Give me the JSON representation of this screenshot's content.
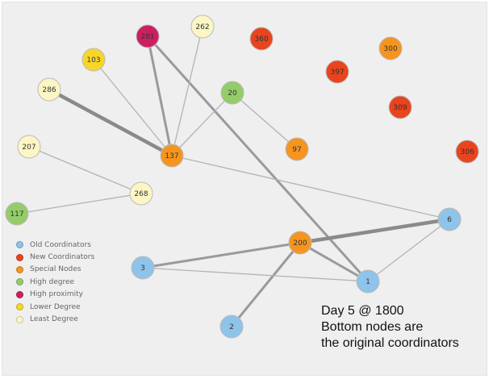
{
  "colors": {
    "old_coordinators": "#8ec3ea",
    "new_coordinators": "#e8441e",
    "special_nodes": "#f5951f",
    "high_degree": "#94cc6a",
    "high_proximity": "#cc1f62",
    "lower_degree": "#f7d62a",
    "least_degree": "#fbf6c4",
    "edge": "#999999",
    "node_stroke": "#bbbbbb"
  },
  "legend": [
    {
      "label": "Old Coordinators",
      "color": "#8ec3ea"
    },
    {
      "label": "New Coordinators",
      "color": "#e8441e"
    },
    {
      "label": "Special Nodes",
      "color": "#f5951f"
    },
    {
      "label": "High degree",
      "color": "#94cc6a"
    },
    {
      "label": "High proximity",
      "color": "#cc1f62"
    },
    {
      "label": "Lower Degree",
      "color": "#f7d62a"
    },
    {
      "label": "Least Degree",
      "color": "#fbf6c4"
    }
  ],
  "caption": {
    "line1": "Day 5 @ 1800",
    "line2": "Bottom nodes are",
    "line3": "the original coordinators"
  },
  "nodes": [
    {
      "id": "281",
      "category": "high_proximity"
    },
    {
      "id": "262",
      "category": "least_degree"
    },
    {
      "id": "360",
      "category": "new_coordinators"
    },
    {
      "id": "300",
      "category": "special_nodes"
    },
    {
      "id": "103",
      "category": "lower_degree"
    },
    {
      "id": "397",
      "category": "new_coordinators"
    },
    {
      "id": "286",
      "category": "least_degree"
    },
    {
      "id": "20",
      "category": "high_degree"
    },
    {
      "id": "309",
      "category": "new_coordinators"
    },
    {
      "id": "207",
      "category": "least_degree"
    },
    {
      "id": "137",
      "category": "special_nodes"
    },
    {
      "id": "97",
      "category": "special_nodes"
    },
    {
      "id": "306",
      "category": "new_coordinators"
    },
    {
      "id": "268",
      "category": "least_degree"
    },
    {
      "id": "117",
      "category": "high_degree"
    },
    {
      "id": "6",
      "category": "old_coordinators"
    },
    {
      "id": "200",
      "category": "special_nodes"
    },
    {
      "id": "3",
      "category": "old_coordinators"
    },
    {
      "id": "1",
      "category": "old_coordinators"
    },
    {
      "id": "2",
      "category": "old_coordinators"
    }
  ],
  "edges": [
    {
      "source": "286",
      "target": "137",
      "weight": "heavy"
    },
    {
      "source": "281",
      "target": "137",
      "weight": "medium"
    },
    {
      "source": "281",
      "target": "1",
      "weight": "medium"
    },
    {
      "source": "103",
      "target": "137",
      "weight": "light"
    },
    {
      "source": "262",
      "target": "137",
      "weight": "light"
    },
    {
      "source": "20",
      "target": "137",
      "weight": "light"
    },
    {
      "source": "20",
      "target": "97",
      "weight": "light"
    },
    {
      "source": "137",
      "target": "6",
      "weight": "light"
    },
    {
      "source": "207",
      "target": "268",
      "weight": "light"
    },
    {
      "source": "117",
      "target": "268",
      "weight": "light"
    },
    {
      "source": "200",
      "target": "6",
      "weight": "heavy"
    },
    {
      "source": "200",
      "target": "1",
      "weight": "medium"
    },
    {
      "source": "200",
      "target": "3",
      "weight": "medium"
    },
    {
      "source": "200",
      "target": "2",
      "weight": "medium"
    },
    {
      "source": "3",
      "target": "1",
      "weight": "light"
    },
    {
      "source": "1",
      "target": "6",
      "weight": "light"
    }
  ]
}
